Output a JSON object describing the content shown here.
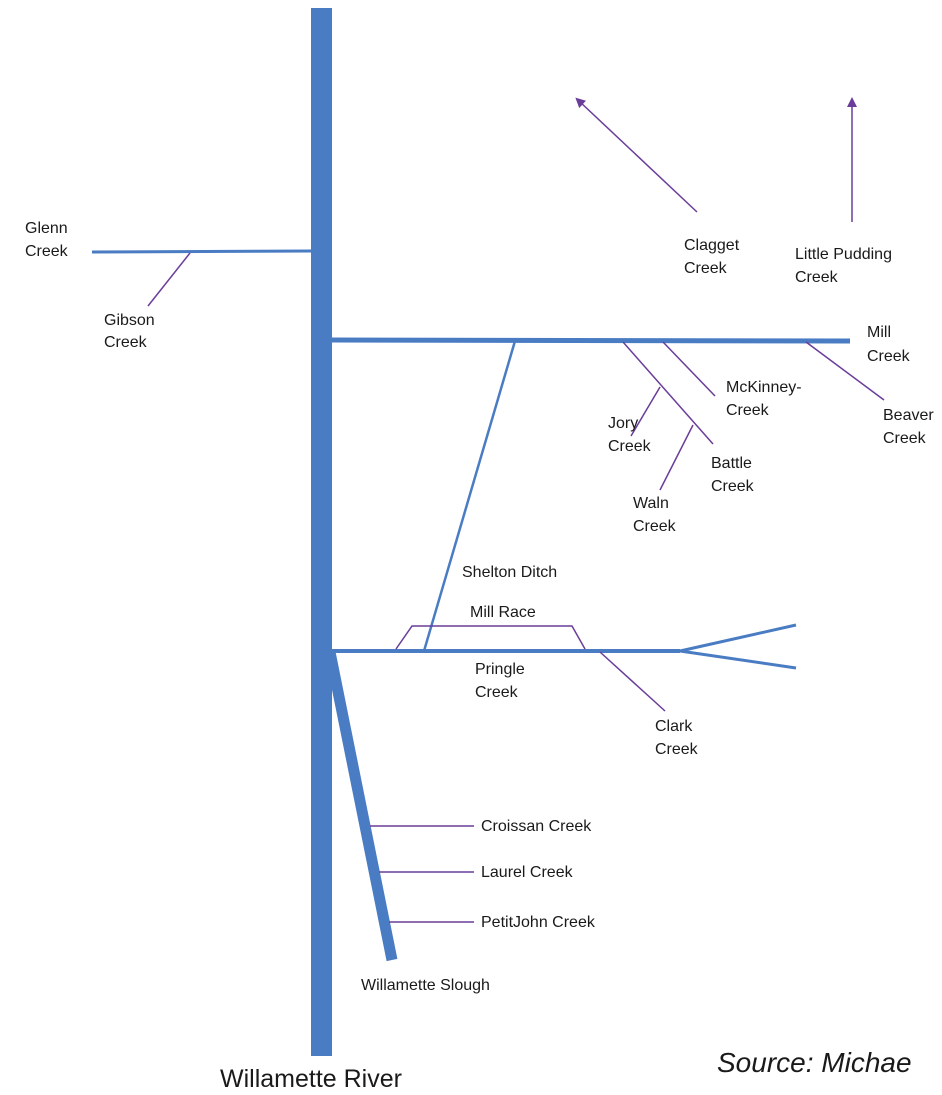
{
  "colors": {
    "river": "#4a7cc4",
    "tributary_line": "#6a3d9a",
    "text": "#1a1a1a",
    "background": "#ffffff"
  },
  "labels": {
    "glenn": [
      "Glenn",
      "Creek"
    ],
    "gibson": [
      "Gibson",
      "Creek"
    ],
    "clagget": [
      "Clagget",
      "Creek"
    ],
    "little_pudding": [
      "Little Pudding",
      "Creek"
    ],
    "mill": [
      "Mill",
      "Creek"
    ],
    "mckinney": [
      "McKinney-",
      "Creek"
    ],
    "beaver": [
      "Beaver",
      "Creek"
    ],
    "jory": [
      "Jory",
      "Creek"
    ],
    "battle": [
      "Battle",
      "Creek"
    ],
    "waln": [
      "Waln",
      "Creek"
    ],
    "shelton": "Shelton Ditch",
    "mill_race": "Mill Race",
    "pringle": [
      "Pringle",
      "Creek"
    ],
    "clark": [
      "Clark",
      "Creek"
    ],
    "croissan": "Croissan Creek",
    "laurel": "Laurel  Creek",
    "petitjohn": "PetitJohn Creek",
    "willamette_slough": "Willamette Slough",
    "willamette_river": "Willamette River",
    "source": "Source: Michae"
  }
}
